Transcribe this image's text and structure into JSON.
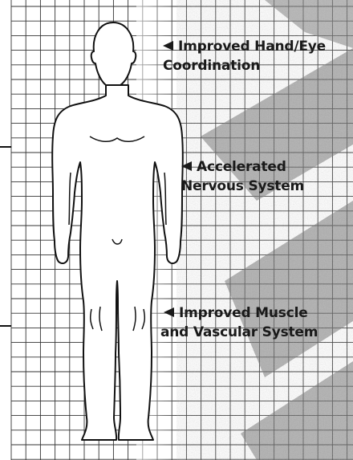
{
  "callouts": [
    {
      "id": "hand-eye",
      "lines": [
        "Improved Hand/Eye",
        "Coordination"
      ]
    },
    {
      "id": "nervous",
      "lines": [
        "Accelerated",
        "Nervous System"
      ]
    },
    {
      "id": "muscle",
      "lines": [
        "Improved Muscle",
        "and Vascular System"
      ]
    }
  ],
  "icons": {
    "callout_pointer": "left-pointing-triangle"
  },
  "colors": {
    "ink": "#1a1a1a",
    "grid": "#333333",
    "texture": "#6e6e6e"
  }
}
